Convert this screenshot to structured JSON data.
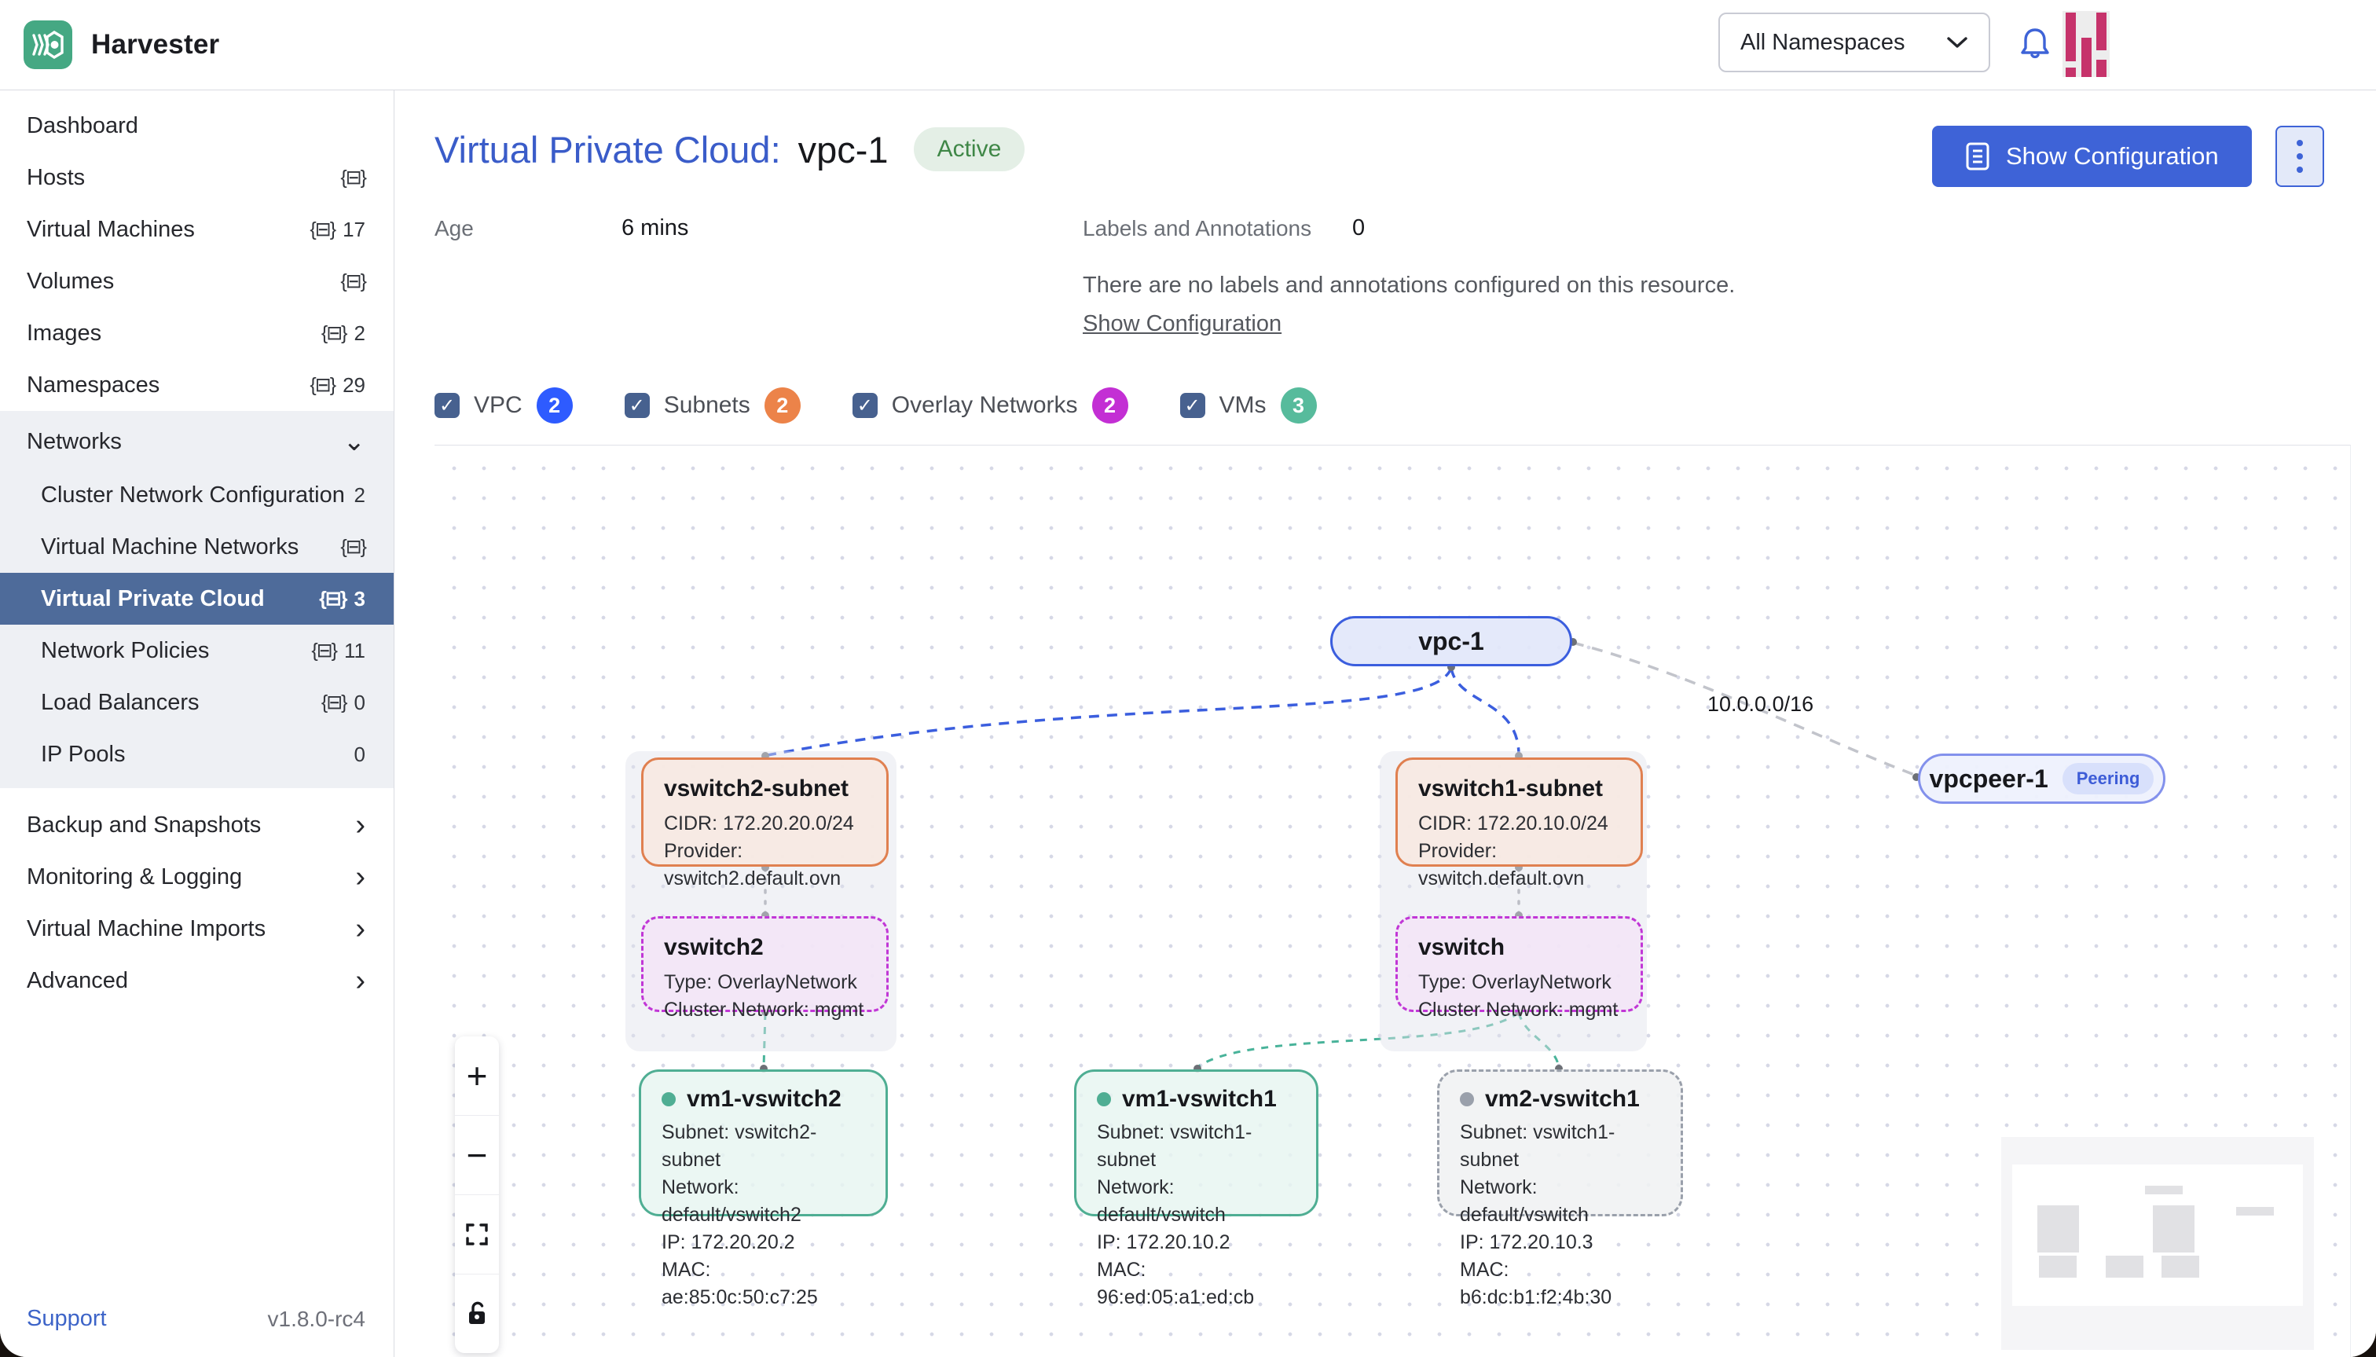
{
  "header": {
    "brand": "Harvester",
    "namespace_selected": "All Namespaces"
  },
  "sidebar": {
    "items": [
      {
        "label": "Dashboard",
        "count": ""
      },
      {
        "label": "Hosts",
        "count": ""
      },
      {
        "label": "Virtual Machines",
        "count": "17"
      },
      {
        "label": "Volumes",
        "count": ""
      },
      {
        "label": "Images",
        "count": "2"
      },
      {
        "label": "Namespaces",
        "count": "29"
      }
    ],
    "networks": {
      "label": "Networks",
      "children": [
        {
          "label": "Cluster Network Configuration",
          "count": "2"
        },
        {
          "label": "Virtual Machine Networks",
          "count": ""
        },
        {
          "label": "Virtual Private Cloud",
          "count": "3"
        },
        {
          "label": "Network Policies",
          "count": "11"
        },
        {
          "label": "Load Balancers",
          "count": "0"
        },
        {
          "label": "IP Pools",
          "count": "0"
        }
      ]
    },
    "groups": [
      {
        "label": "Backup and Snapshots"
      },
      {
        "label": "Monitoring & Logging"
      },
      {
        "label": "Virtual Machine Imports"
      },
      {
        "label": "Advanced"
      }
    ],
    "footer": {
      "support": "Support",
      "version": "v1.8.0-rc4"
    }
  },
  "page": {
    "title": "Virtual Private Cloud:",
    "resource_name": "vpc-1",
    "status": "Active",
    "show_configuration": "Show Configuration",
    "age_label": "Age",
    "age_value": "6 mins",
    "labels_label": "Labels and Annotations",
    "labels_count": "0",
    "labels_empty": "There are no labels and annotations configured on this resource.",
    "labels_link": "Show Configuration"
  },
  "filters": [
    {
      "label": "VPC",
      "count": "2",
      "color": "#2e5bff"
    },
    {
      "label": "Subnets",
      "count": "2",
      "color": "#ec8349"
    },
    {
      "label": "Overlay Networks",
      "count": "2",
      "color": "#c32fd4"
    },
    {
      "label": "VMs",
      "count": "3",
      "color": "#57bb9c"
    }
  ],
  "diagram": {
    "vpc": {
      "name": "vpc-1"
    },
    "peer": {
      "name": "vpcpeer-1",
      "badge": "Peering"
    },
    "edge_label": "10.0.0.0/16",
    "subnet2": {
      "name": "vswitch2-subnet",
      "cidr": "CIDR: 172.20.20.0/24",
      "provider": "Provider: vswitch2.default.ovn"
    },
    "subnet1": {
      "name": "vswitch1-subnet",
      "cidr": "CIDR: 172.20.10.0/24",
      "provider": "Provider: vswitch.default.ovn"
    },
    "overlay2": {
      "name": "vswitch2",
      "type": "Type: OverlayNetwork",
      "cluster": "Cluster Network: mgmt"
    },
    "overlay1": {
      "name": "vswitch",
      "type": "Type: OverlayNetwork",
      "cluster": "Cluster Network: mgmt"
    },
    "vm_a": {
      "name": "vm1-vswitch2",
      "subnet": "Subnet: vswitch2-subnet",
      "network": "Network: default/vswitch2",
      "ip": "IP: 172.20.20.2",
      "mac": "MAC: ae:85:0c:50:c7:25",
      "status": "running"
    },
    "vm_b": {
      "name": "vm1-vswitch1",
      "subnet": "Subnet: vswitch1-subnet",
      "network": "Network: default/vswitch",
      "ip": "IP: 172.20.10.2",
      "mac": "MAC: 96:ed:05:a1:ed:cb",
      "status": "running"
    },
    "vm_c": {
      "name": "vm2-vswitch1",
      "subnet": "Subnet: vswitch1-subnet",
      "network": "Network: default/vswitch",
      "ip": "IP: 172.20.10.3",
      "mac": "MAC: b6:dc:b1:f2:4b:30",
      "status": "stopped"
    }
  },
  "icons": {
    "namespaced": "{⊟}",
    "check": "✓",
    "chevron_down": "⌄",
    "chevron_right": "›",
    "zoom_in": "+",
    "zoom_out": "−",
    "bell": "bell-outline",
    "kebab": "⋮",
    "document": "doc-lines",
    "fit_view": "corner-brackets",
    "lock": "open-padlock"
  },
  "colors": {
    "primary_blue": "#3e63d7",
    "title_blue": "#3a5cc9",
    "selected_nav": "#4e6b9a",
    "active_green": "#3f8747",
    "subnet_orange": "#e08050",
    "overlay_magenta": "#c137d6",
    "vm_teal": "#4fae93",
    "vpc_border": "#3b5ede",
    "peer_border": "#8391ec",
    "logo_green": "#45a883",
    "avatar_pink": "#c6336b"
  }
}
